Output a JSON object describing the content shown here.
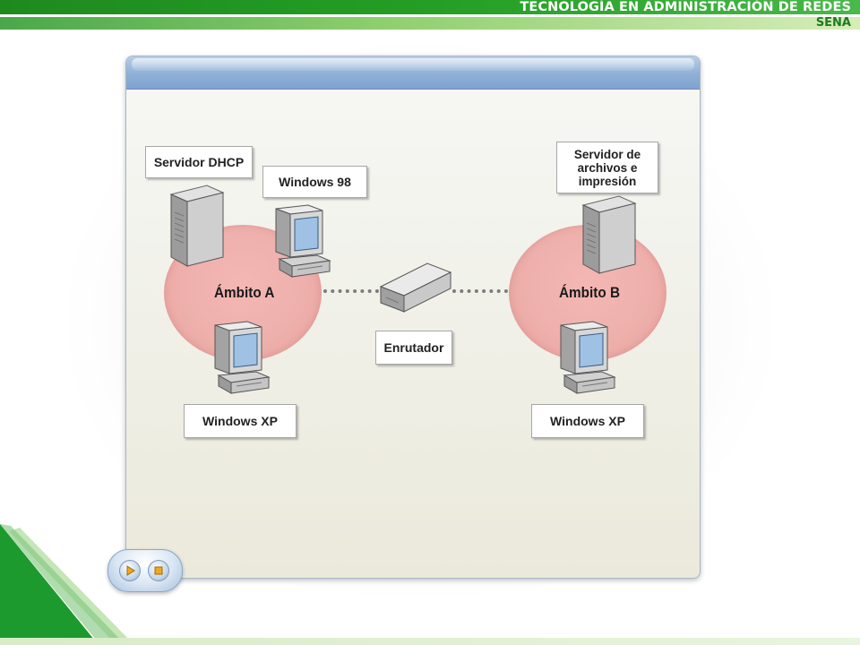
{
  "header": {
    "title": "TECNOLOGÍA EN ADMINISTRACIÓN DE REDES",
    "subtitle": "SENA"
  },
  "diagram": {
    "scopes": [
      {
        "label": "Ámbito A"
      },
      {
        "label": "Ámbito B"
      }
    ],
    "labels": {
      "dhcp_server": "Servidor DHCP",
      "windows98": "Windows 98",
      "windows_xp_a": "Windows XP",
      "file_print_server": [
        "Servidor de",
        "archivos e",
        "impresión"
      ],
      "router": "Enrutador",
      "windows_xp_b": "Windows XP"
    }
  },
  "controls": {
    "play_icon": "play-icon",
    "stop_icon": "stop-icon"
  },
  "colors": {
    "brand_green": "#26a026",
    "scope_fill": "#f0b3ae",
    "panel_header": "#8fb0d6"
  }
}
